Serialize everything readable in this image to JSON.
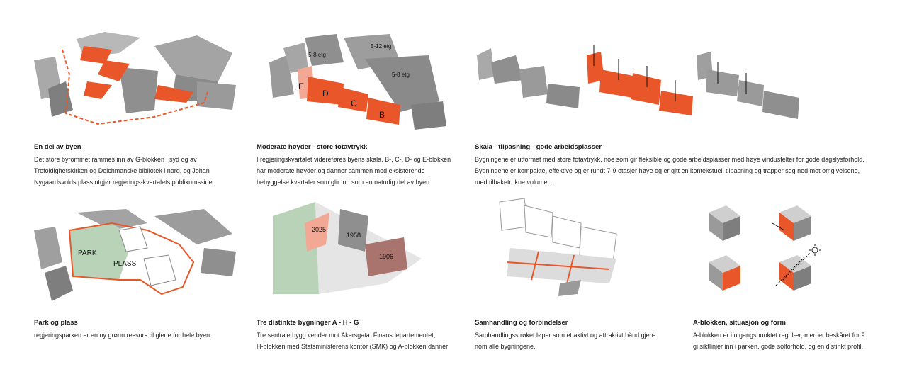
{
  "panels": [
    {
      "title": "En del av byen",
      "lines": [
        "Det store byrommet rammes inn av G-blokken i syd og av",
        "Trefoldighetskirken og Deichmanske bibliotek i nord, og Johan",
        "Nygaardsvolds plass utgjør regjerings-kvartalets publikumsside."
      ]
    },
    {
      "title": "Moderate høyder - store fotavtrykk",
      "lines": [
        "I regjeringskvartalet videreføres byens skala. B-, C-, D- og E-blokken",
        "har moderate høyder og danner sammen med eksisterende",
        "bebyggelse kvartaler som glir inn som en naturlig del av byen."
      ],
      "labels": {
        "etg_a": "5-8 etg",
        "etg_b": "5-12 etg",
        "etg_c": "5-8 etg",
        "e": "E",
        "d": "D",
        "c": "C",
        "b": "B"
      }
    },
    {
      "title": "Skala - tilpasning - gode arbeidsplasser",
      "lines": [
        "Bygningene er utformet med store fotavtrykk, noe som gir fleksible og gode arbeidsplasser med høye vindusfelter for gode dagslysforhold.",
        "Bygningene er kompakte, effektive og er rundt 7-9 etasjer høye og er gitt en kontekstuell tilpasning og trapper seg ned mot omgivelsene,",
        "med tilbaketrukne volumer."
      ]
    },
    {
      "title": "Park og plass",
      "lines": [
        "regjeringsparken er en ny grønn ressurs til glede for hele byen."
      ],
      "labels": {
        "park": "PARK",
        "plass": "PLASS"
      }
    },
    {
      "title": "Tre distinkte bygninger A - H - G",
      "lines": [
        "Tre sentrale bygg vender mot Akersgata. Finansdepartementet,",
        "H-blokken med Statsministerens kontor (SMK) og A-blokken danner"
      ],
      "labels": {
        "y2025": "2025",
        "y1958": "1958",
        "y1906": "1906"
      }
    },
    {
      "title": "Samhandling og forbindelser",
      "lines": [
        "Samhandlingsstrøket løper som et aktivt og attraktivt bånd gjen-",
        "nom alle bygningene."
      ]
    },
    {
      "title": "A-blokken, situasjon og form",
      "lines": [
        "A-blokken er i utgangspunktet regulær, men er beskåret for å",
        "gi siktlinjer inn i parken, gode solforhold, og en distinkt profil."
      ],
      "sun_icon": "sun-icon"
    }
  ],
  "colors": {
    "accent": "#e8562a",
    "grey": "#9a9a9a",
    "dark": "#6e6e6e",
    "green": "#b9d3b9",
    "brown": "#a9746e"
  }
}
